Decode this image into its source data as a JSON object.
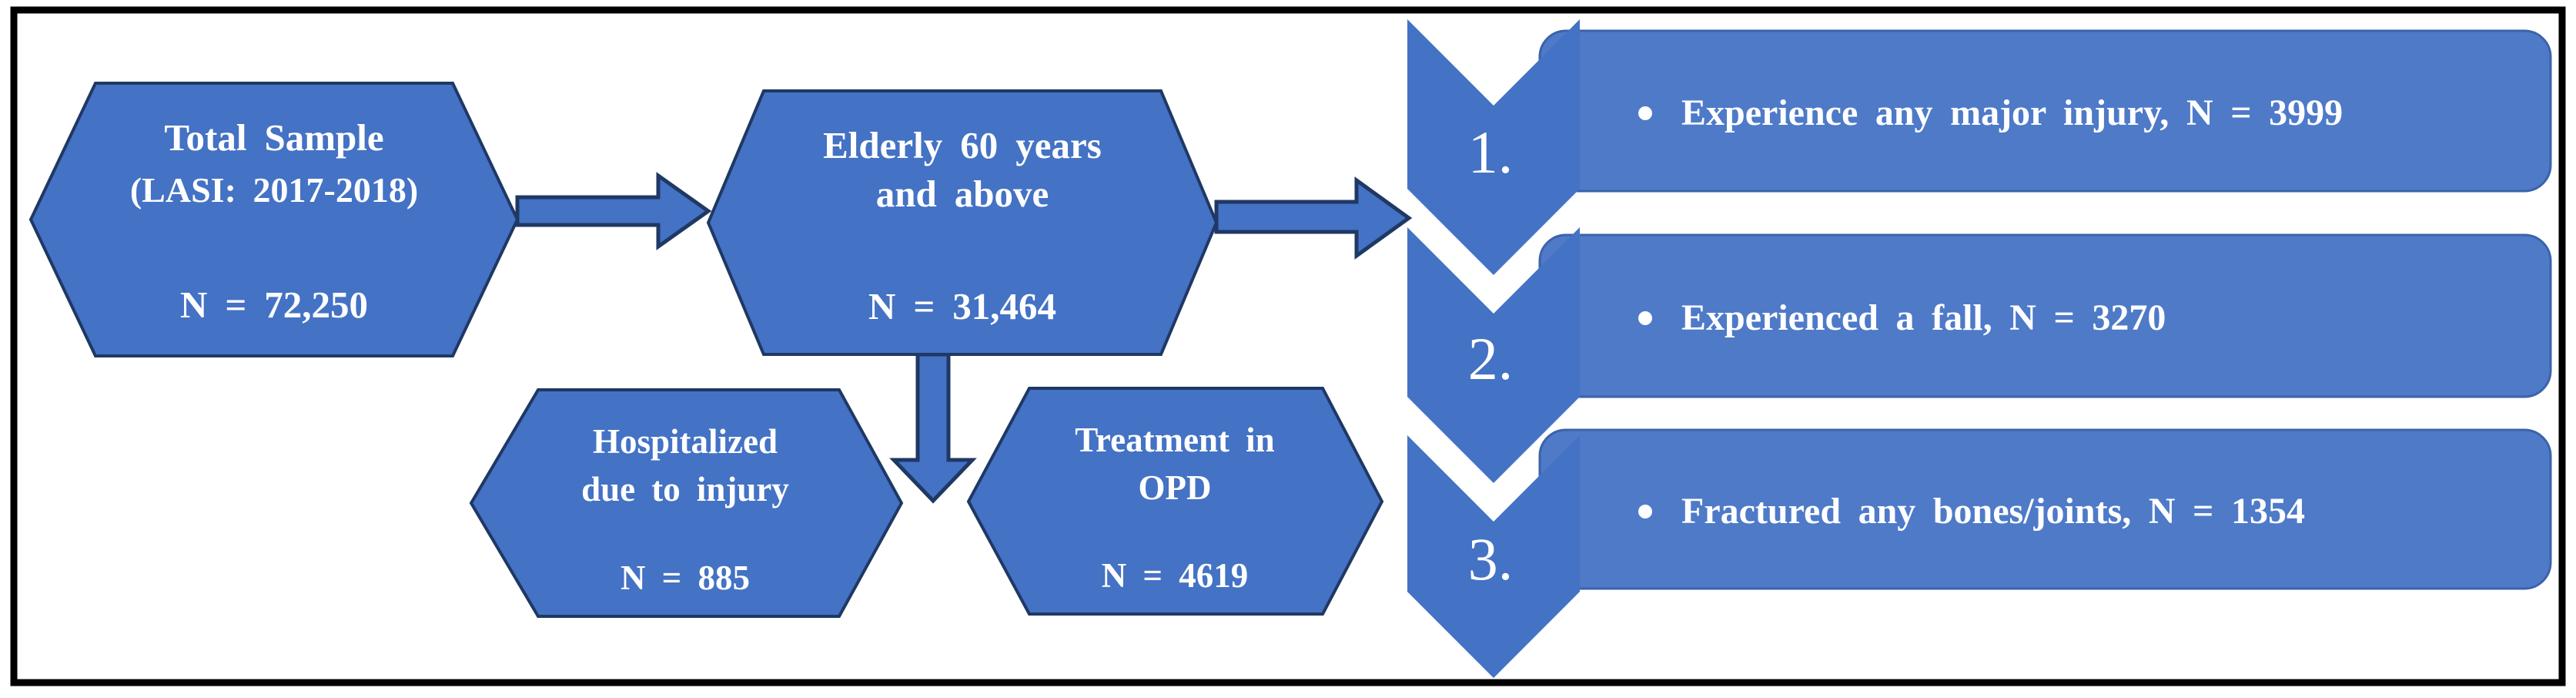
{
  "figure": {
    "title": "Sample selection flow diagram",
    "colors": {
      "accent": "#4472C4",
      "dark_outline": "#1F3864",
      "box_fill": "#4E7AC8",
      "box_outline": "#3B63A9",
      "text": "#FFFFFF",
      "frame": "#000000",
      "background": "#FFFFFF"
    }
  },
  "nodes": {
    "total_sample": {
      "lines": [
        "Total Sample",
        "(LASI: 2017-2018)"
      ],
      "count": "N = 72,250"
    },
    "elderly": {
      "lines": [
        "Elderly 60 years",
        "and above"
      ],
      "count": "N = 31,464"
    },
    "hospitalized": {
      "lines": [
        "Hospitalized",
        "due to injury"
      ],
      "count": "N = 885"
    },
    "opd": {
      "lines": [
        "Treatment in",
        "OPD"
      ],
      "count": "N = 4619"
    }
  },
  "chevron_list": {
    "items": [
      {
        "number": "1.",
        "text": "Experience any major injury,  N = 3999"
      },
      {
        "number": "2.",
        "text": "Experienced a fall, N = 3270"
      },
      {
        "number": "3.",
        "text": "Fractured any bones/joints,  N = 1354"
      }
    ]
  }
}
